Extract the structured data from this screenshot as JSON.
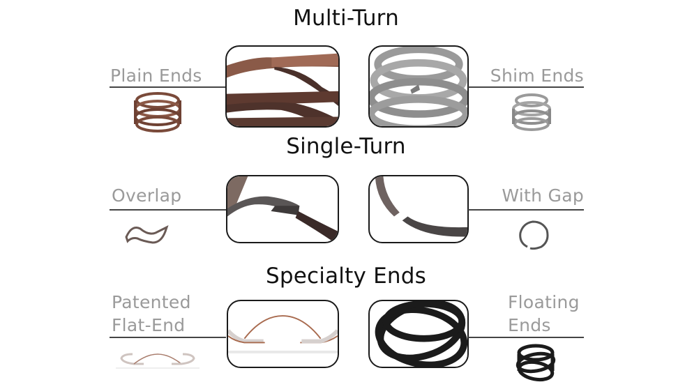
{
  "sections": [
    {
      "title": "Multi-Turn",
      "left_label": "Plain Ends",
      "right_label": "Shim Ends",
      "left_icon": "copper-multi-turn-wave-spring",
      "left_detail_icon": "copper-plain-ends-closeup",
      "right_detail_icon": "steel-shim-ends-closeup",
      "right_icon": "steel-multi-turn-wave-spring"
    },
    {
      "title": "Single-Turn",
      "left_label": "Overlap",
      "right_label": "With Gap",
      "left_icon": "overlap-single-turn-wave-spring",
      "left_detail_icon": "overlap-ends-closeup",
      "right_detail_icon": "gap-ends-closeup",
      "right_icon": "gap-single-turn-wave-spring"
    },
    {
      "title": "Specialty Ends",
      "left_label_lines": [
        "Patented",
        "Flat-End"
      ],
      "right_label_lines": [
        "Floating",
        "Ends"
      ],
      "left_icon": "flat-end-wave-spring",
      "left_detail_icon": "flat-end-closeup",
      "right_detail_icon": "floating-ends-closeup",
      "right_icon": "black-floating-ends-wave-spring"
    }
  ],
  "colors": {
    "title_text": "#111111",
    "label_text": "#9a9a9a",
    "divider_line": "#444444",
    "box_border": "#1a1a1a",
    "copper": "#7a4a3a",
    "steel": "#8c8c8c",
    "black_spring": "#1b1b1b"
  }
}
